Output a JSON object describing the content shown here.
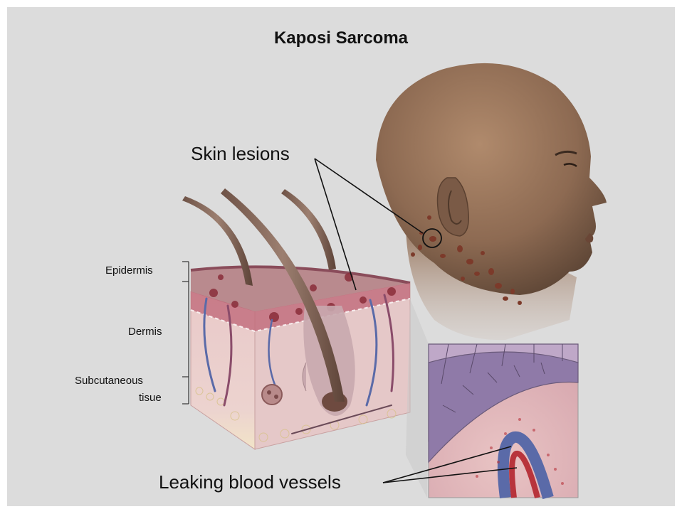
{
  "title": "Kaposi Sarcoma",
  "labels": {
    "skin_lesions": "Skin lesions",
    "leaking_vessels": "Leaking blood vessels"
  },
  "layers": {
    "epidermis": "Epidermis",
    "dermis": "Dermis",
    "subcutaneous_line1": "Subcutaneous",
    "subcutaneous_line2": "tisue"
  },
  "colors": {
    "background": "#dcdcdc",
    "skin_tone": "#9a7358",
    "lesion": "#8a2e3a",
    "vessel_red": "#b8343c",
    "vessel_blue": "#5a6aa8",
    "tissue_pink": "#e7c8c8"
  }
}
